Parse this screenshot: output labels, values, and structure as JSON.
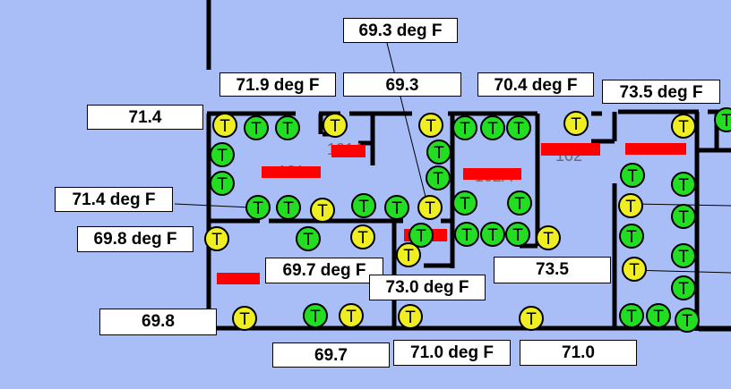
{
  "labels": {
    "top_callout": "69.3 deg F",
    "l_719": "71.9 deg F",
    "l_693": "69.3",
    "l_704": "70.4 deg F",
    "l_735": "73.5 deg F",
    "l_714a": "71.4",
    "l_714b": "71.4 deg F",
    "l_698a": "69.8 deg F",
    "l_697a": "69.7 deg F",
    "l_730": "73.0 deg F",
    "l_735b": "73.5",
    "l_698b": "69.8",
    "l_697b": "69.7",
    "l_710a": "71.0 deg F",
    "l_710b": "71.0"
  },
  "sensor_glyph": "T",
  "colors": {
    "background": "#a9bdf7",
    "sensor_green": "#22dd22",
    "sensor_yellow": "#eeee22",
    "redaction": "#ff0000"
  }
}
